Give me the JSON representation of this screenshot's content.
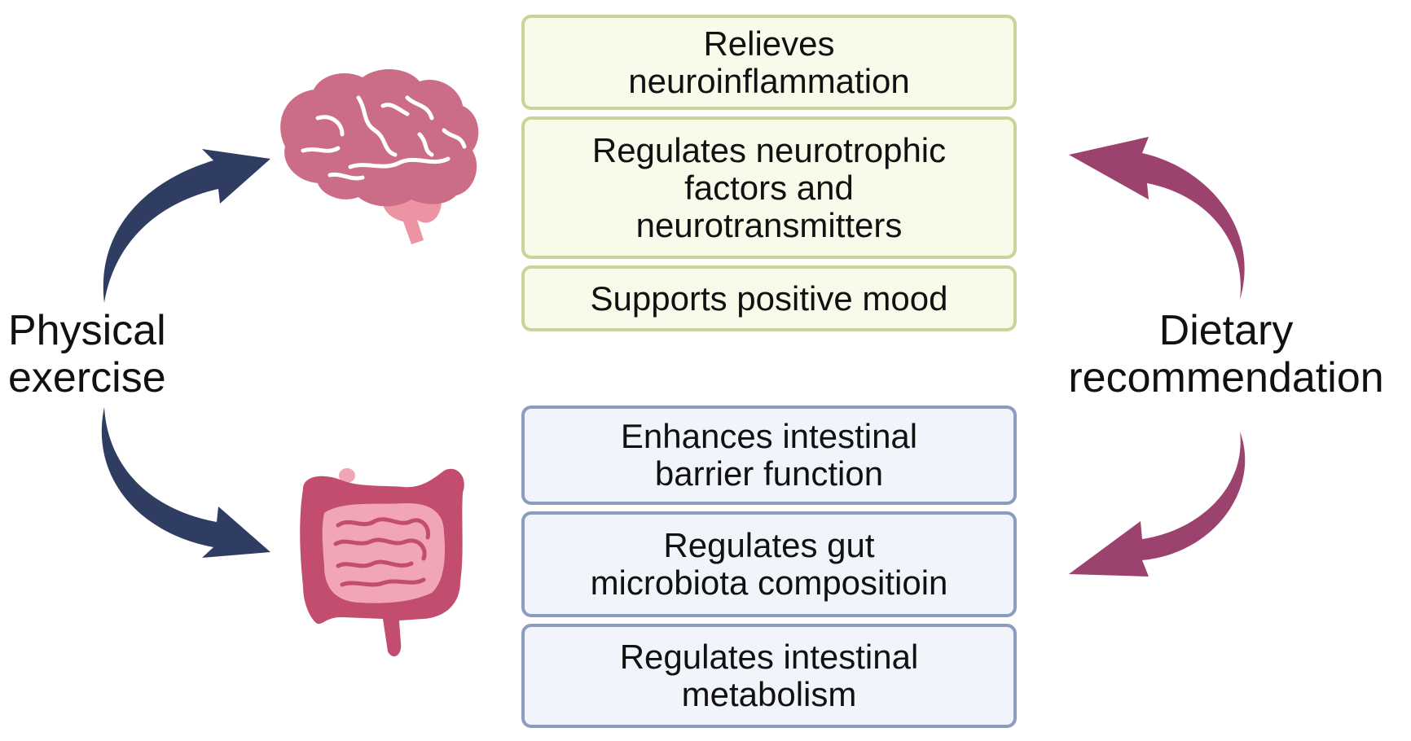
{
  "colors": {
    "exercise_arrow": "#2f3d63",
    "diet_arrow": "#9c426e",
    "brain_main": "#cc6d87",
    "brain_stem": "#ec94a3",
    "gut_outer": "#c24d6e",
    "gut_inner": "#f2a5b4",
    "brain_box_fill": "#f8fbe9",
    "brain_box_border": "#c8d49a",
    "gut_box_fill": "#f1f4fa",
    "gut_box_border": "#8c9cbf"
  },
  "icons": {
    "brain": "brain-icon",
    "gut": "intestine-icon"
  },
  "left_label": {
    "line1": "Physical",
    "line2": "exercise"
  },
  "right_label": {
    "line1": "Dietary",
    "line2": "recommendation"
  },
  "brain_effects": [
    {
      "line1": "Relieves",
      "line2": "neuroinflammation"
    },
    {
      "line1": "Regulates neurotrophic",
      "line2": "factors and",
      "line3": "neurotransmitters"
    },
    {
      "line1": "Supports positive mood"
    }
  ],
  "gut_effects": [
    {
      "line1": "Enhances intestinal",
      "line2": "barrier function"
    },
    {
      "line1": "Regulates gut",
      "line2": "microbiota compositioin"
    },
    {
      "line1": "Regulates intestinal",
      "line2": "metabolism"
    }
  ]
}
